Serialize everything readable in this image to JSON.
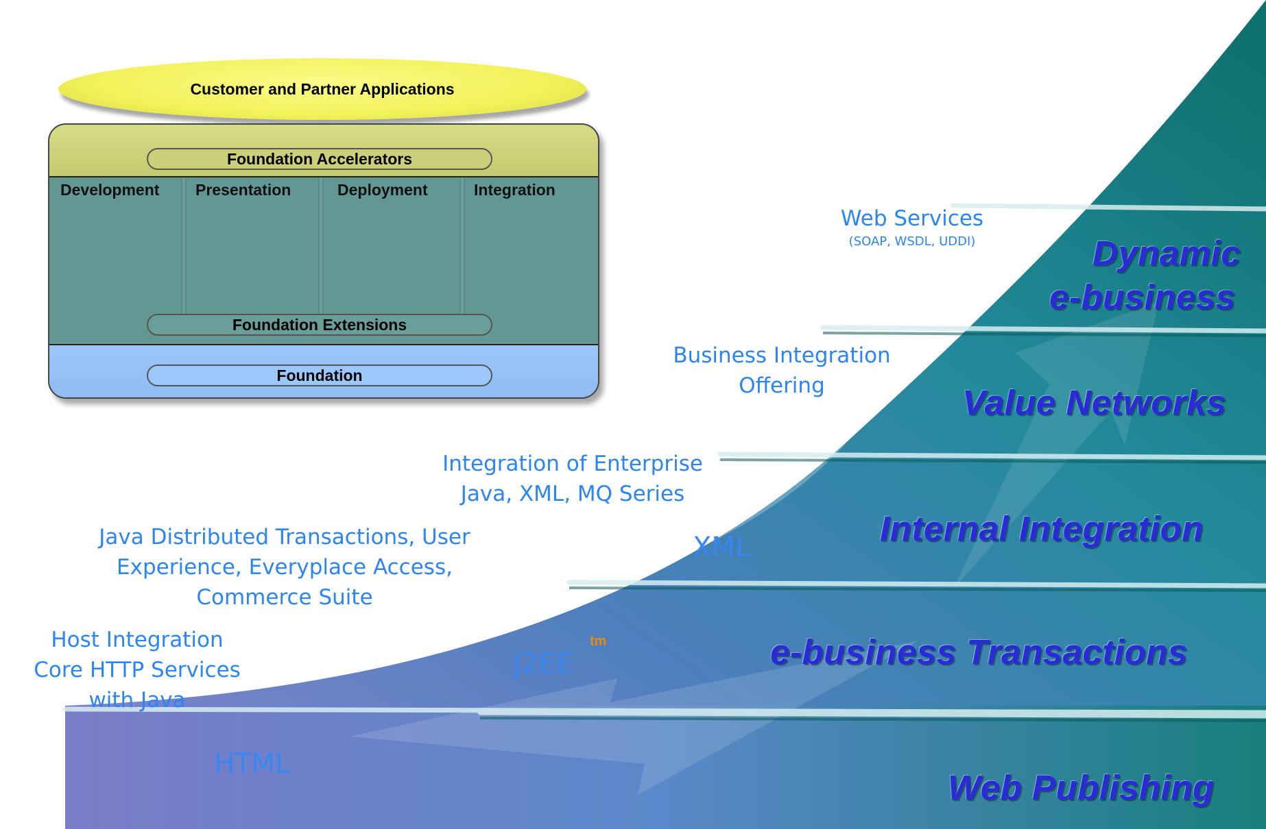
{
  "architecture": {
    "top_ellipse": "Customer and Partner Applications",
    "accelerators": "Foundation Accelerators",
    "columns": [
      "Development",
      "Presentation",
      "Deployment",
      "Integration"
    ],
    "extensions": "Foundation Extensions",
    "foundation": "Foundation"
  },
  "levels": [
    "Web Publishing",
    "e-business Transactions",
    "Internal Integration",
    "Value Networks",
    "Dynamic",
    "e-business"
  ],
  "technologies": {
    "html": "HTML",
    "j2ee": "J2EE",
    "tm": "tm",
    "xml": "XML"
  },
  "capabilities": {
    "host_1": "Host Integration",
    "host_2": "Core HTTP Services",
    "host_3": "with Java",
    "java_1": "Java Distributed Transactions, User",
    "java_2": "Experience, Everyplace Access,",
    "java_3": "Commerce Suite",
    "enterprise_1": "Integration of Enterprise",
    "enterprise_2": "Java, XML, MQ Series",
    "bio_1": "Business Integration",
    "bio_2": "Offering",
    "ws_1": "Web Services",
    "ws_2": "(SOAP, WSDL, UDDI)"
  },
  "colors": {
    "level_text": "#2a2ad8",
    "tech_text": "#2b85f5",
    "curve_light": "#7b7ec8",
    "curve_dark": "#0f7a74",
    "ellipse": "#f2f25a",
    "accelerators": "#c4c86e",
    "middle": "#629794",
    "foundation": "#8ebbf2"
  }
}
